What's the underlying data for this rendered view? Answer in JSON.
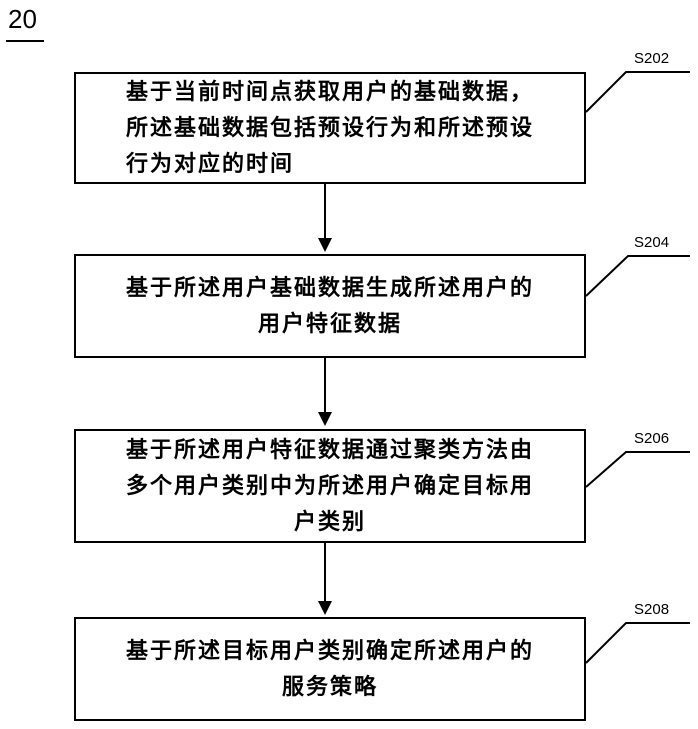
{
  "figure_label": "20",
  "steps": [
    {
      "id": "S202",
      "text": "基于当前时间点获取用户的基础数据，\n所述基础数据包括预设行为和所述预设\n行为对应的时间"
    },
    {
      "id": "S204",
      "text": "基于所述用户基础数据生成所述用户的\n用户特征数据"
    },
    {
      "id": "S206",
      "text": "基于所述用户特征数据通过聚类方法由\n多个用户类别中为所述用户确定目标用\n户类别"
    },
    {
      "id": "S208",
      "text": "基于所述目标用户类别确定所述用户的\n服务策略"
    }
  ]
}
